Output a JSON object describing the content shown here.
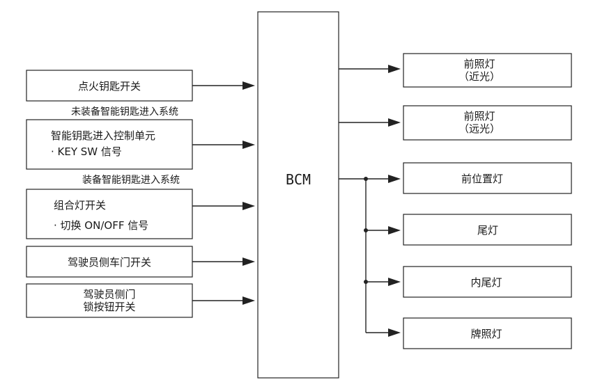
{
  "inputs": {
    "ignition_switch": [
      "点火钥匙开关"
    ],
    "smart_key_unit": [
      "智能钥匙进入控制单元",
      "· KEY SW 信号"
    ],
    "combo_switch": [
      "组合灯开关",
      "· 切换 ON/OFF 信号"
    ],
    "driver_door_switch": [
      "驾驶员侧车门开关"
    ],
    "driver_door_lock_switch": [
      "驾驶员侧门",
      "锁按钮开关"
    ]
  },
  "notes": {
    "without_smart_key": "未装备智能钥匙进入系统",
    "with_smart_key": "装备智能钥匙进入系统"
  },
  "center": {
    "label": "BCM"
  },
  "outputs": {
    "headlamp_low": [
      "前照灯",
      "（近光）"
    ],
    "headlamp_high": [
      "前照灯",
      "（远光）"
    ],
    "front_position_lamp": [
      "前位置灯"
    ],
    "tail_lamp": [
      "尾灯"
    ],
    "inner_tail_lamp": [
      "内尾灯"
    ],
    "license_plate_lamp": [
      "牌照灯"
    ]
  }
}
